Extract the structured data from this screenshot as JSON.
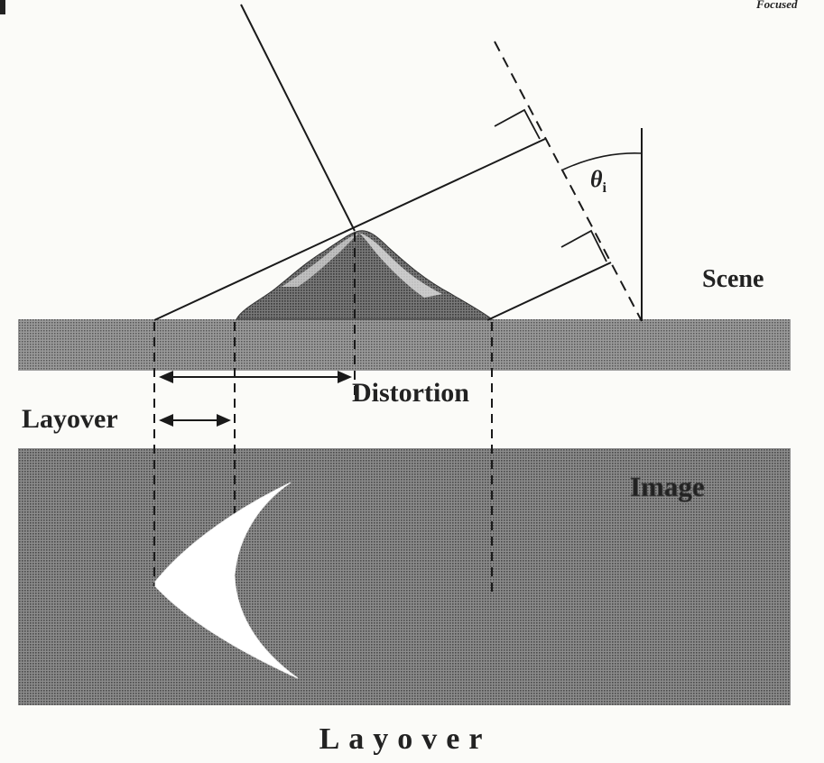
{
  "header": {
    "corner_text": "Focused"
  },
  "labels": {
    "scene": "Scene",
    "image": "Image",
    "distortion": "Distortion",
    "layover": "Layover",
    "angle_symbol": "θ",
    "angle_subscript": "i"
  },
  "caption": "Layover",
  "colors": {
    "background": "#fbfbf8",
    "ink": "#1a1a1a",
    "ground_band": "#8a8a8a",
    "image_band": "#7c7c7c",
    "mountain": "#6a6a6a",
    "layover_wedge": "#ffffff"
  }
}
